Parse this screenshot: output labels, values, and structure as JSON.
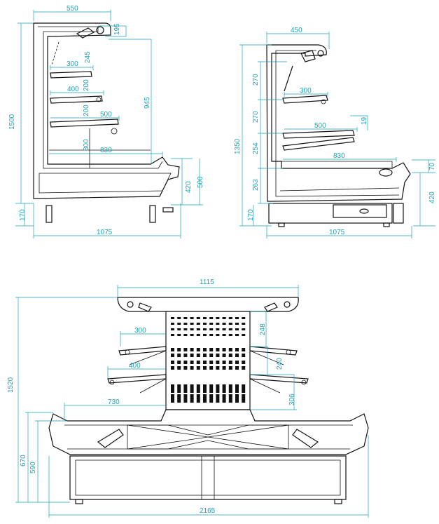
{
  "colors": {
    "outline": "#111111",
    "dimension": "#1aa4b8",
    "background": "#ffffff"
  },
  "side_view_left": {
    "dims": {
      "top_depth": "550",
      "top_height": "195",
      "shelf1_depth": "300",
      "shelf1_gap": "245",
      "shelf2_depth": "400",
      "shelf2_gap": "200",
      "shelf3_gap": "200",
      "shelf3_depth": "500",
      "shelf4_gap": "300",
      "deck_depth": "830",
      "canopy_height": "945",
      "total_height": "1500",
      "front_height": "420",
      "base_front": "500",
      "foot_height": "170",
      "total_depth": "1075"
    }
  },
  "side_view_right": {
    "dims": {
      "top_depth": "450",
      "gap1": "270",
      "shelf1_depth": "300",
      "gap2": "270",
      "shelf2_depth": "500",
      "shelf2_h": "19",
      "gap3": "254",
      "deck_depth": "830",
      "total_height": "1350",
      "rail": "70",
      "gap4": "263",
      "front_height": "420",
      "foot_height": "170",
      "total_depth": "1075"
    }
  },
  "front_view": {
    "dims": {
      "canopy_width": "1115",
      "top_gap": "248",
      "shelf1_depth": "300",
      "mid_gap": "240",
      "shelf2_depth": "400",
      "bottom_gap": "306",
      "deck_depth": "730",
      "total_height": "1520",
      "height_670": "670",
      "height_590": "590",
      "total_width": "2165"
    }
  }
}
